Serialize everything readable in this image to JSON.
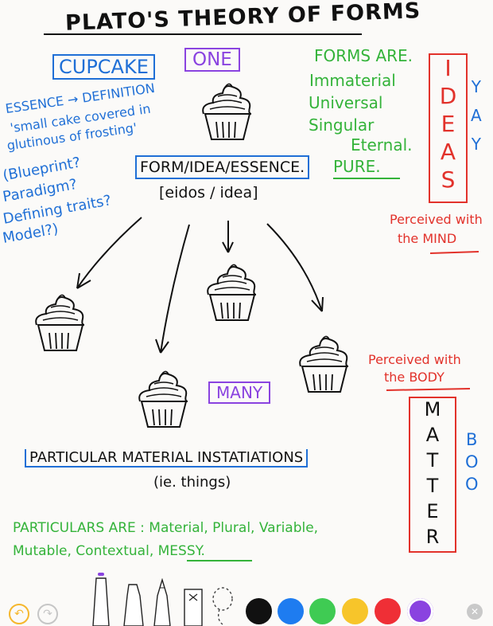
{
  "note": {
    "title": "PLATO'S THEORY OF FORMS",
    "one_label": "ONE",
    "cupcake_label": "CUPCAKE",
    "essence_lines": [
      "ESSENCE → DEFINITION",
      "'small cake covered in",
      "glutinous of frosting'"
    ],
    "blueprint_lines": [
      "(Blueprint?",
      "Paradigm?",
      "Defining traits?",
      "Model?)"
    ],
    "forms_heading": "FORMS ARE.",
    "forms_list": [
      "Immaterial",
      "Universal",
      "Singular",
      "Eternal.",
      "PURE."
    ],
    "ideas_letters": [
      "I",
      "D",
      "E",
      "A",
      "S"
    ],
    "yay_letters": [
      "Y",
      "A",
      "Y"
    ],
    "perceived_mind_lines": [
      "Perceived with",
      "the MIND"
    ],
    "form_label": "FORM/IDEA/ESSENCE.",
    "eidos_label": "[eidos / idea]",
    "many_label": "MANY",
    "perceived_body_lines": [
      "Perceived with",
      "the BODY"
    ],
    "matter_letters": [
      "M",
      "A",
      "T",
      "T",
      "E",
      "R"
    ],
    "boo_letters": [
      "B",
      "O",
      "O"
    ],
    "particular_label": "PARTICULAR MATERIAL INSTATIATIONS",
    "things_label": "(ie. things)",
    "particulars_lines": [
      "PARTICULARS ARE : Material, Plural, Variable,",
      "Mutable, Contextual, MESSY."
    ]
  },
  "toolbar": {
    "undo_icon": "undo-icon",
    "redo_icon": "redo-icon",
    "tools": [
      "pen",
      "marker",
      "pencil",
      "eraser",
      "lasso"
    ],
    "colors": [
      "#111111",
      "#1e7cf0",
      "#3fcb53",
      "#f7c52a",
      "#ef2f36",
      "#8a43e0"
    ],
    "close_icon": "close-icon",
    "colors_semantic": {
      "blue_ink": "#1f6fd6",
      "green_ink": "#34b33a",
      "red_ink": "#e2322b",
      "purple_ink": "#8a43e0"
    }
  }
}
